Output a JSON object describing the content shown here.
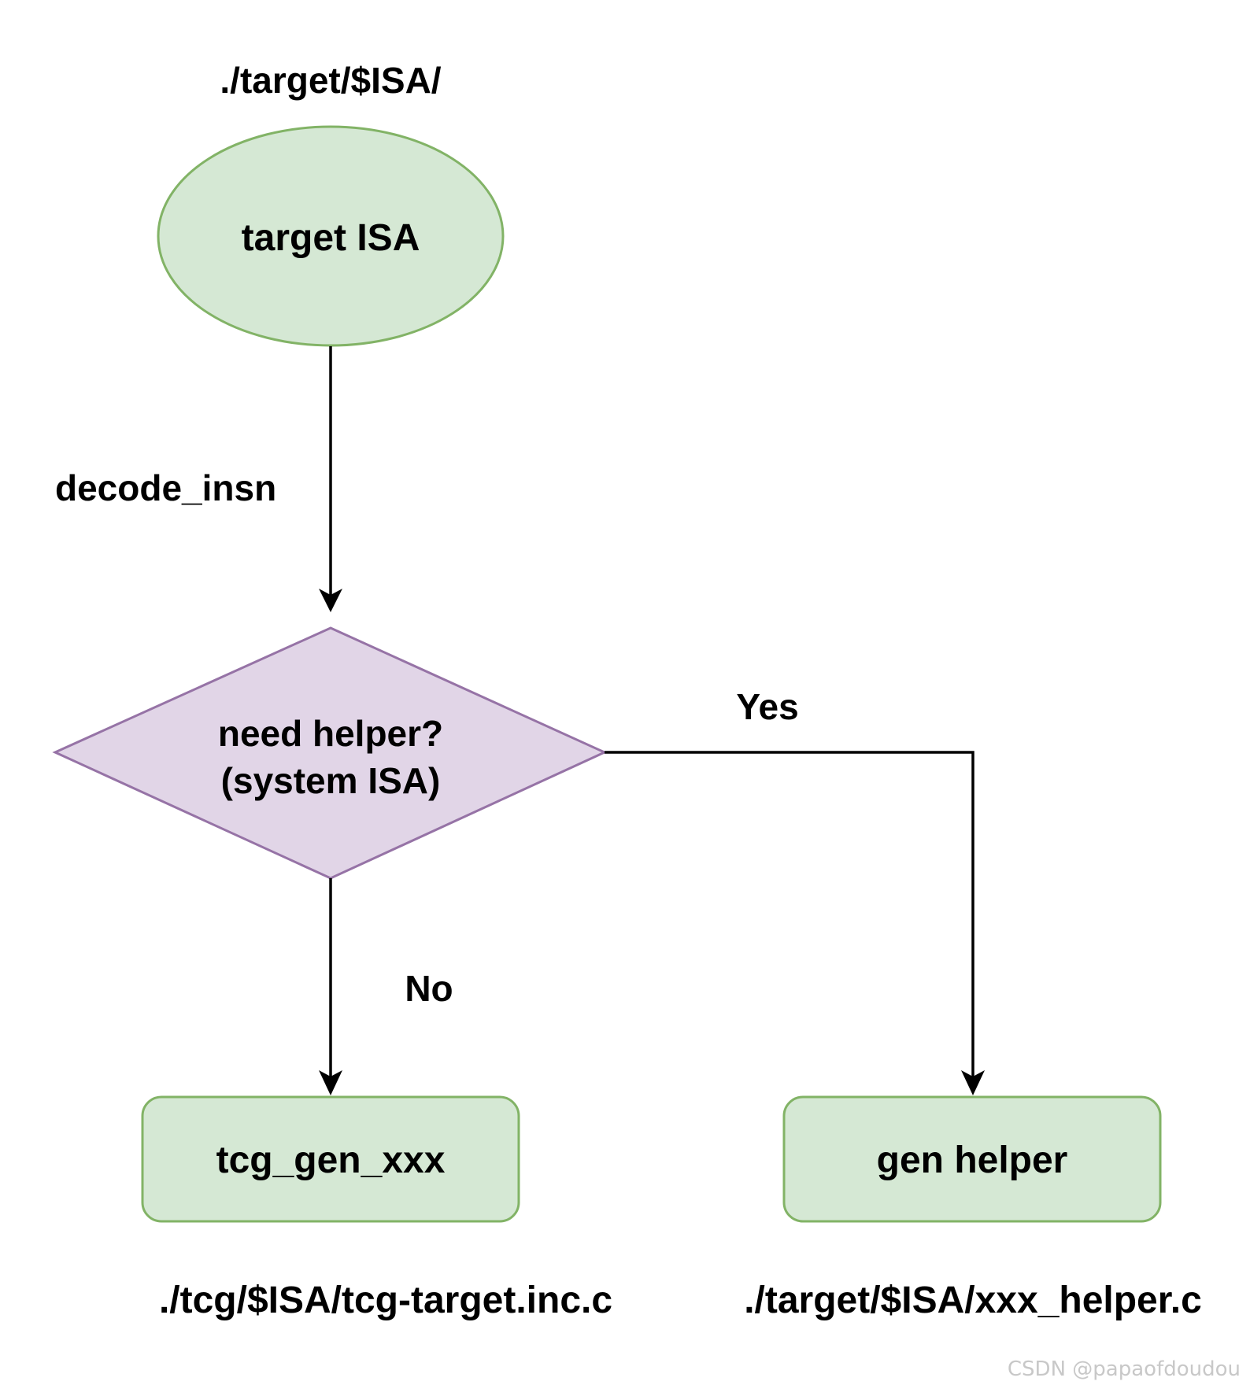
{
  "diagram": {
    "target_path": "./target/$ISA/",
    "start_node": "target ISA",
    "edge_decode": "decode_insn",
    "decision_line1": "need helper?",
    "decision_line2": "(system ISA)",
    "edge_yes": "Yes",
    "edge_no": "No",
    "node_tcg": "tcg_gen_xxx",
    "node_helper": "gen helper",
    "tcg_path": "./tcg/$ISA/tcg-target.inc.c",
    "helper_path": "./target/$ISA/xxx_helper.c"
  },
  "watermark": "CSDN @papaofdoudou",
  "colors": {
    "green_fill": "#d5e8d4",
    "green_stroke": "#82b366",
    "purple_fill": "#e1d5e7",
    "purple_stroke": "#9673a6",
    "line": "#000000"
  }
}
